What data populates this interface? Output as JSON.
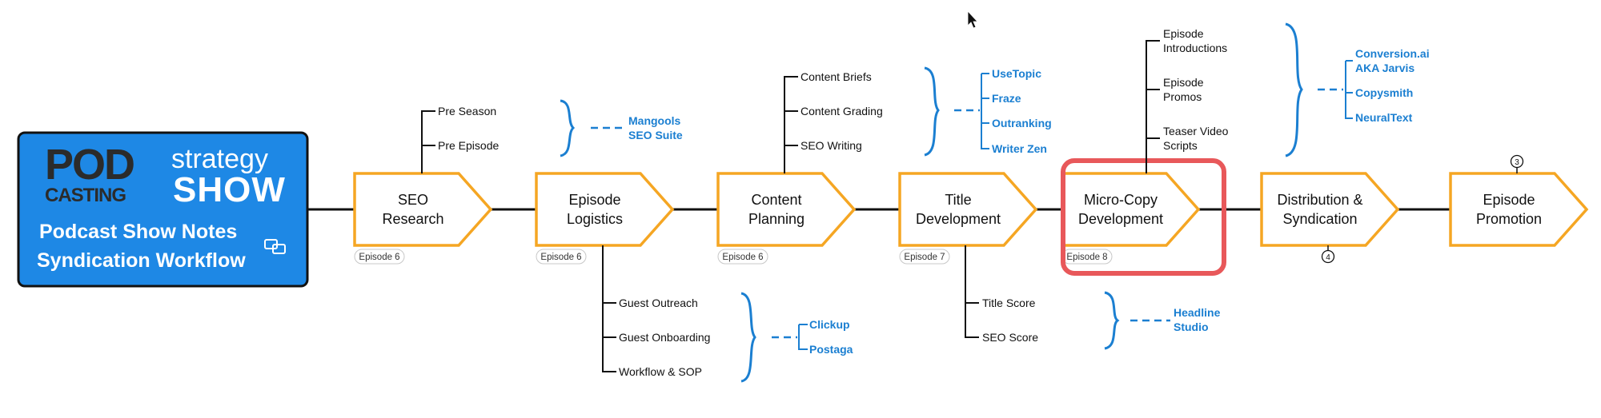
{
  "logo": {
    "pod": "POD",
    "casting": "CASTING",
    "strategy": "strategy",
    "show": "SHOW",
    "title_line1": "Podcast Show Notes",
    "title_line2": "Syndication Workflow"
  },
  "nodes": [
    {
      "line1": "SEO",
      "line2": "Research",
      "episode": "Episode 6"
    },
    {
      "line1": "Episode",
      "line2": "Logistics",
      "episode": "Episode 6"
    },
    {
      "line1": "Content",
      "line2": "Planning",
      "episode": "Episode 6"
    },
    {
      "line1": "Title",
      "line2": "Development",
      "episode": "Episode 7"
    },
    {
      "line1": "Micro-Copy",
      "line2": "Development",
      "episode": "Episode 8"
    },
    {
      "line1": "Distribution &",
      "line2": "Syndication",
      "episode": ""
    },
    {
      "line1": "Episode",
      "line2": "Promotion",
      "episode": ""
    }
  ],
  "branches": {
    "seo_research": [
      "Pre Season",
      "Pre Episode"
    ],
    "episode_logistics": [
      "Guest Outreach",
      "Guest Onboarding",
      "Workflow & SOP"
    ],
    "content_planning": [
      "Content Briefs",
      "Content Grading",
      "SEO Writing"
    ],
    "title_development": [
      "Title Score",
      "SEO Score"
    ],
    "micro_copy": [
      "Episode",
      "Introductions",
      "Episode",
      "Promos",
      "Teaser Video",
      "Scripts"
    ]
  },
  "tools": {
    "seo": [
      "Mangools",
      "SEO Suite"
    ],
    "logistics": [
      "Clickup",
      "Postaga"
    ],
    "content": [
      "UseTopic",
      "Fraze",
      "Outranking",
      "Writer Zen"
    ],
    "title": [
      "Headline",
      "Studio"
    ],
    "distribution": [
      "Conversion.ai",
      "AKA Jarvis",
      "Copysmith",
      "NeuralText"
    ]
  },
  "counters": {
    "promotion": "3",
    "distribution": "4"
  },
  "colors": {
    "accent": "#f5a623",
    "logo_bg": "#1e88e5",
    "tool_blue": "#1b7fd1",
    "highlight": "#e8585a",
    "line": "#111111"
  }
}
